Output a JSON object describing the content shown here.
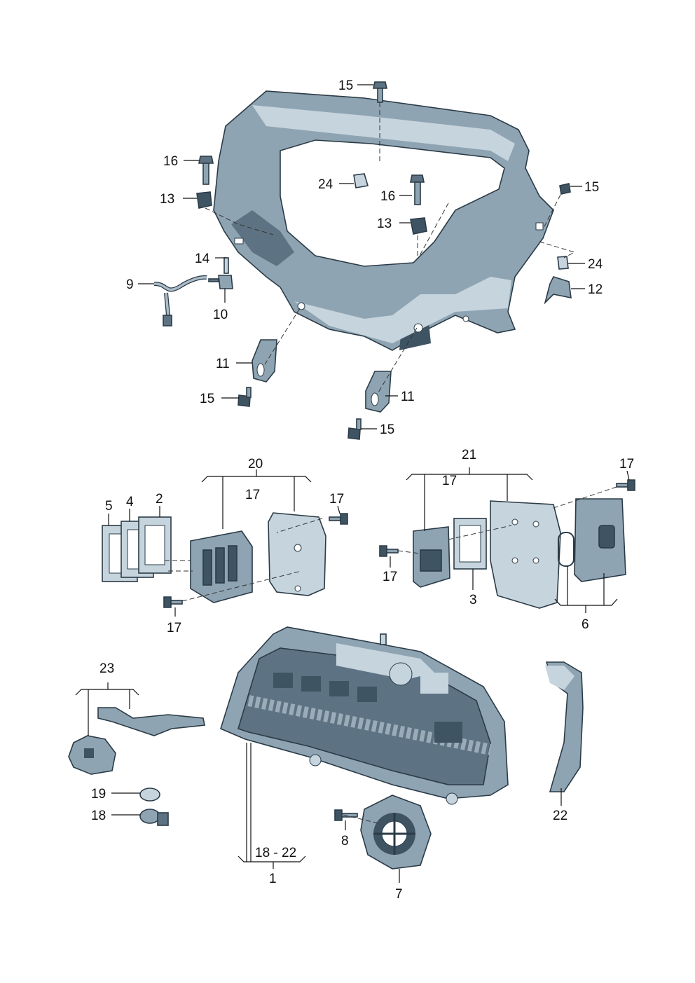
{
  "diagram": {
    "callouts": [
      {
        "id": "c15a",
        "text": "15"
      },
      {
        "id": "c16a",
        "text": "16"
      },
      {
        "id": "c13a",
        "text": "13"
      },
      {
        "id": "c24a",
        "text": "24"
      },
      {
        "id": "c16b",
        "text": "16"
      },
      {
        "id": "c13b",
        "text": "13"
      },
      {
        "id": "c15b",
        "text": "15"
      },
      {
        "id": "c24b",
        "text": "24"
      },
      {
        "id": "c12",
        "text": "12"
      },
      {
        "id": "c14",
        "text": "14"
      },
      {
        "id": "c9",
        "text": "9"
      },
      {
        "id": "c10",
        "text": "10"
      },
      {
        "id": "c11a",
        "text": "11"
      },
      {
        "id": "c15c",
        "text": "15"
      },
      {
        "id": "c11b",
        "text": "11"
      },
      {
        "id": "c15d",
        "text": "15"
      },
      {
        "id": "c20",
        "text": "20"
      },
      {
        "id": "c17a",
        "text": "17"
      },
      {
        "id": "c5",
        "text": "5"
      },
      {
        "id": "c4",
        "text": "4"
      },
      {
        "id": "c2",
        "text": "2"
      },
      {
        "id": "c17b",
        "text": "17"
      },
      {
        "id": "c17c",
        "text": "17"
      },
      {
        "id": "c21",
        "text": "21"
      },
      {
        "id": "c17d",
        "text": "17"
      },
      {
        "id": "c17e",
        "text": "17"
      },
      {
        "id": "c17f",
        "text": "17"
      },
      {
        "id": "c3",
        "text": "3"
      },
      {
        "id": "c6",
        "text": "6"
      },
      {
        "id": "c23",
        "text": "23"
      },
      {
        "id": "c19",
        "text": "19"
      },
      {
        "id": "c18",
        "text": "18"
      },
      {
        "id": "c8",
        "text": "8"
      },
      {
        "id": "c1822",
        "text": "18 - 22"
      },
      {
        "id": "c1",
        "text": "1"
      },
      {
        "id": "c7",
        "text": "7"
      },
      {
        "id": "c22",
        "text": "22"
      }
    ]
  }
}
